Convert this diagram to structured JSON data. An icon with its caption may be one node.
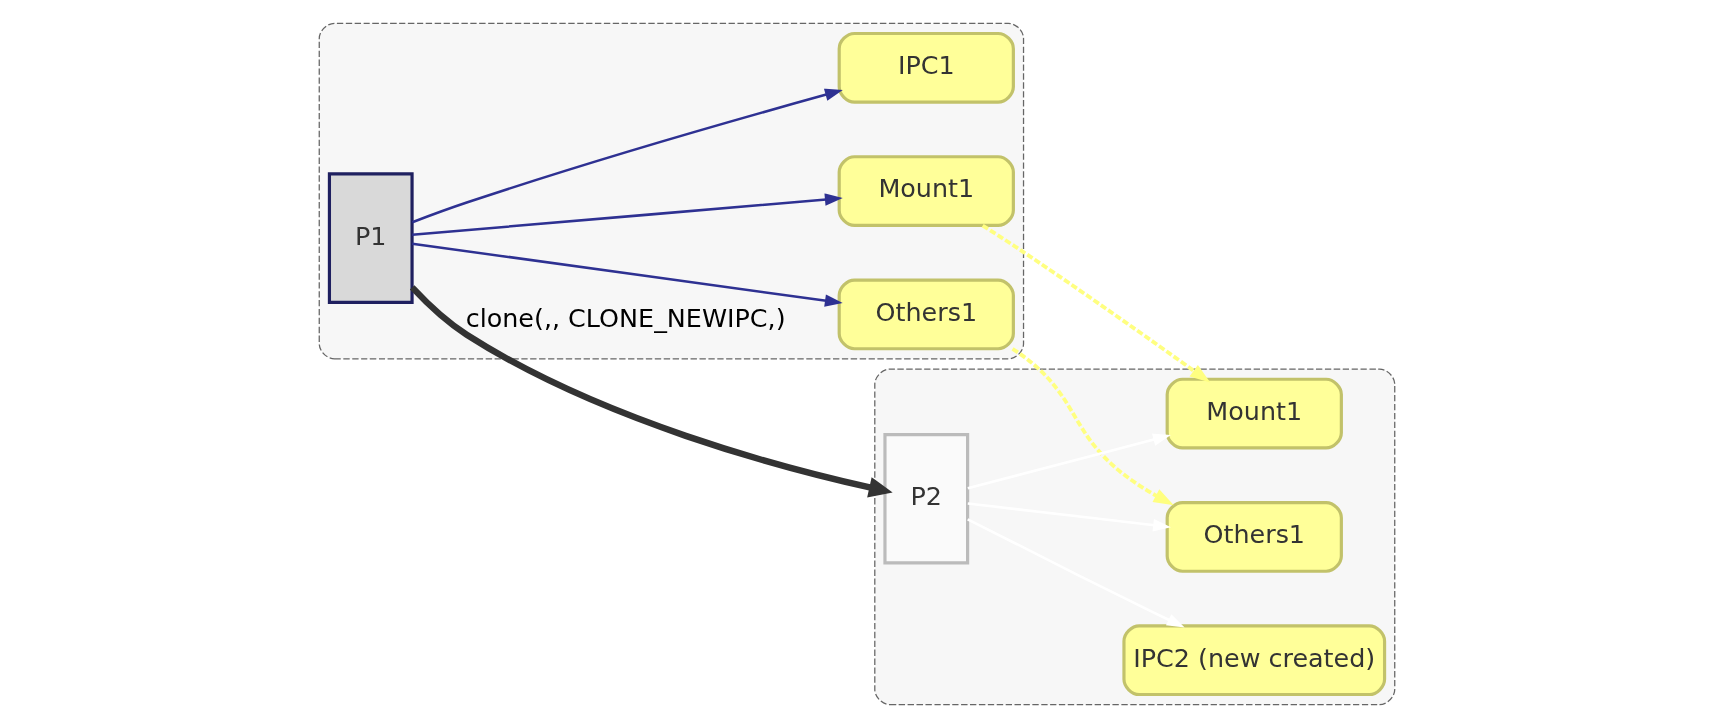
{
  "diagram": {
    "nodes": [
      {
        "text": [],
        "shape": "box"
      },
      {
        "text": [
          "Mount1"
        ],
        "in": 0
      },
      {
        "text": [
          "IPC1"
        ],
        "in": 0
      },
      {
        "text": [
          "P1"
        ],
        "in": 0
      },
      {
        "text": [
          "Others1"
        ],
        "in": 0
      },
      {
        "text": [],
        "shape": "box"
      },
      {
        "text": [
          "P2"
        ],
        "in": 5
      },
      {
        "text": [
          "Mount1"
        ],
        "in": 5
      },
      {
        "text": [
          "IPC2 (new created)"
        ],
        "in": 5
      },
      {
        "text": [
          "Others1"
        ],
        "in": 5
      }
    ],
    "edges": [
      {
        "from": 3,
        "to": 1,
        "arrow": "to",
        "color": "#2e3192"
      },
      {
        "from": 3,
        "to": 2,
        "arrow": "to",
        "color": "#2e3192"
      },
      {
        "from": 3,
        "to": 4,
        "arrow": "to",
        "color": "#2e3192"
      },
      {
        "from": 3,
        "to": 6,
        "arrow": "to",
        "label": "clone(,, CLONE_NEWIPC,)",
        "style": "thick",
        "color": "#333333"
      },
      {
        "from": 1,
        "to": 7,
        "arrow": "to",
        "style": "dashed",
        "color": "#ffff80"
      },
      {
        "from": 4,
        "to": 9,
        "arrow": "to",
        "style": "dashed",
        "color": "#ffff80"
      },
      {
        "from": 6,
        "to": 7,
        "arrow": "to",
        "color": "#ffffff"
      },
      {
        "from": 6,
        "to": 8,
        "arrow": "to",
        "color": "#ffffff"
      },
      {
        "from": 6,
        "to": 9,
        "arrow": "to",
        "color": "#ffffff"
      }
    ]
  }
}
